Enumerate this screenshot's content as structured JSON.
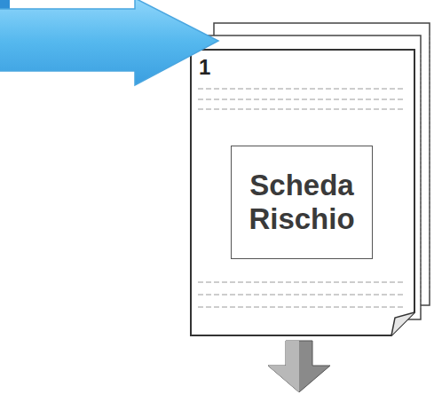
{
  "diagram": {
    "nodes": [
      {
        "text": [
          "1"
        ]
      },
      {
        "text": [
          "Scheda Rischio"
        ],
        "in": 0
      }
    ]
  }
}
